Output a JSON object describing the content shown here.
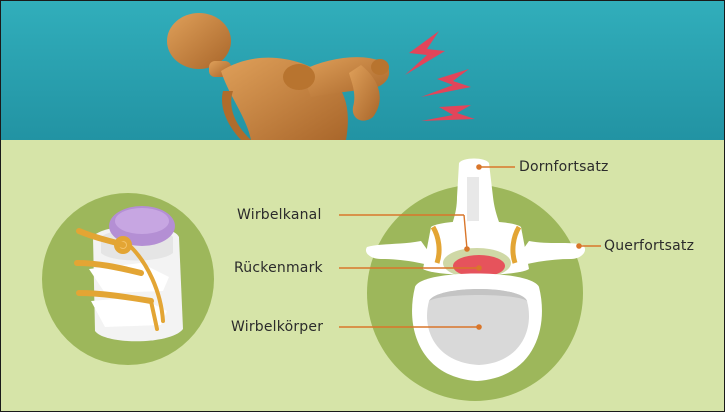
{
  "colors": {
    "banner": "#2aa2b0",
    "panel": "#d6e4a8",
    "circle": "#9db75b",
    "bone": "#ffffff",
    "spinal_cord": "#e6535c",
    "vertebral_body_inner": "#d9d9d9",
    "nerve": "#e3a534",
    "disc": "#b48fd4",
    "pointer": "#d9762a",
    "pain_bolt": "#e2455a",
    "wood": "#c8823e"
  },
  "illustration": {
    "banner_image": "wooden-mannequin-back-pain",
    "left_image": "spine-segment-side-view",
    "right_image": "vertebra-top-view"
  },
  "labels": {
    "dornfortsatz": "Dornfortsatz",
    "querfortsatz": "Querfortsatz",
    "wirbelkanal": "Wirbelkanal",
    "rueckenmark": "Rückenmark",
    "wirbelkoerper": "Wirbelkörper"
  }
}
